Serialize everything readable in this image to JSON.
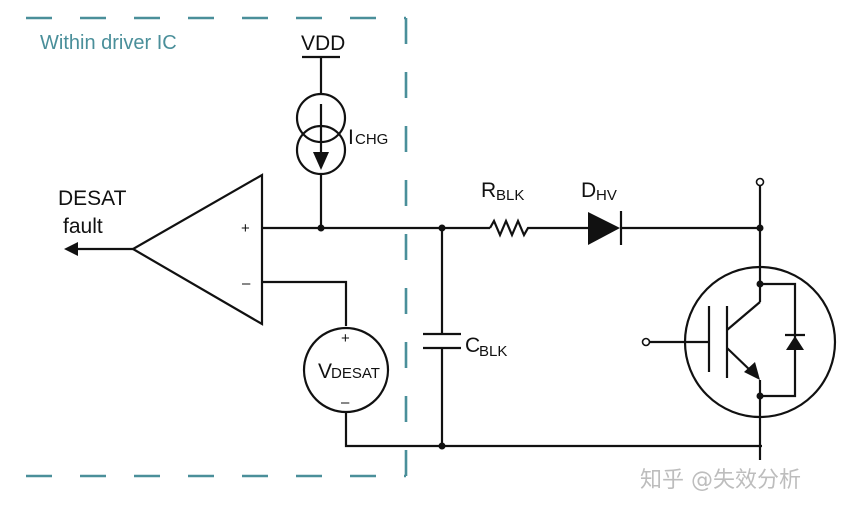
{
  "diagram": {
    "title": "DESAT detection circuit",
    "region_label": "Within driver IC",
    "supply_label": "VDD",
    "current_source": {
      "main": "I",
      "sub": "CHG"
    },
    "comparator": {
      "plus": "+",
      "minus": "–"
    },
    "output_label_line1": "DESAT",
    "output_label_line2": "fault",
    "vdesat": {
      "main": "V",
      "sub": "DESAT",
      "plus": "+",
      "minus": "–"
    },
    "resistor": {
      "main": "R",
      "sub": "BLK"
    },
    "diode": {
      "main": "D",
      "sub": "HV"
    },
    "capacitor": {
      "main": "C",
      "sub": "BLK"
    },
    "watermark": "知乎 @失效分析",
    "colors": {
      "region_border": "#4a8f9a",
      "wire": "#111111"
    }
  }
}
